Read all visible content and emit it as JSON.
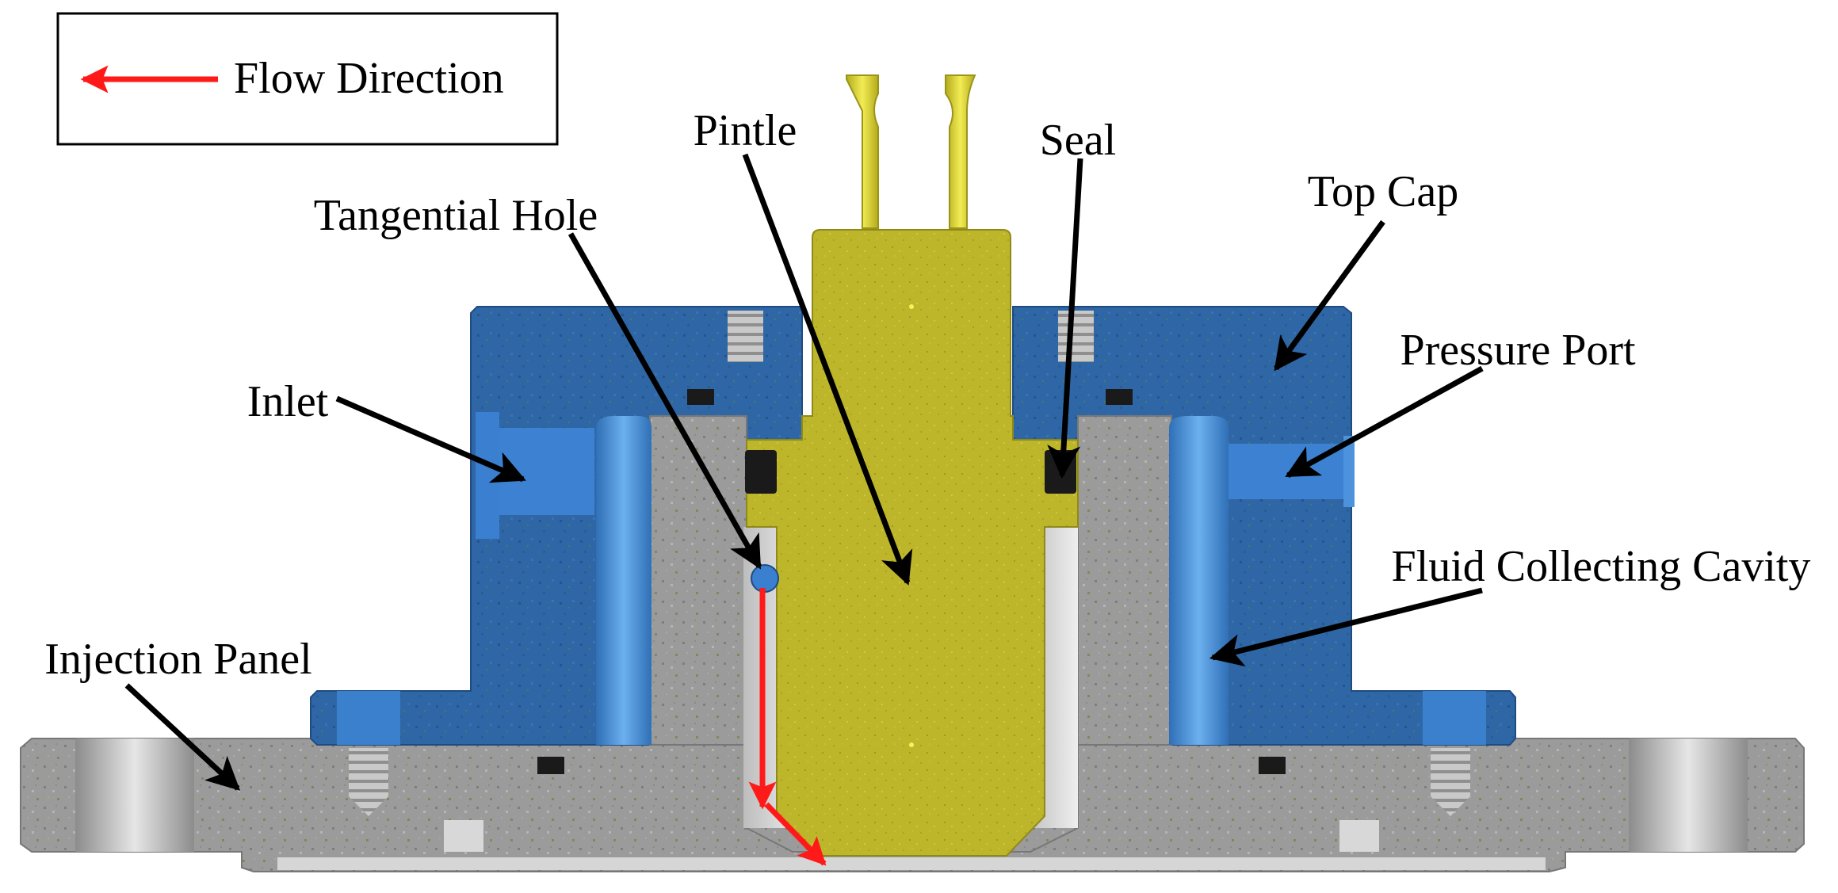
{
  "legend": {
    "label": "Flow Direction"
  },
  "labels": {
    "pintle": "Pintle",
    "seal": "Seal",
    "top_cap": "Top Cap",
    "tangential_hole": "Tangential Hole",
    "pressure_port": "Pressure Port",
    "inlet": "Inlet",
    "fluid_collecting_cavity": "Fluid Collecting Cavity",
    "injection_panel": "Injection Panel"
  },
  "colors": {
    "top_cap": "#2f67a6",
    "cavity": "#4a93dc",
    "panel": "#9a9a9a",
    "pintle": "#bdb62a",
    "seal": "#1a1a1a",
    "flow_arrow": "#ff1a1a",
    "leader": "#000000"
  }
}
